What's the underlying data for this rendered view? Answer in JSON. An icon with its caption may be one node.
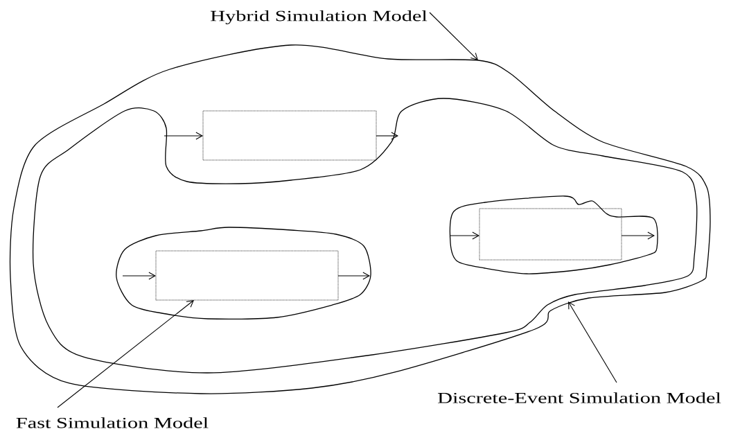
{
  "diagram": {
    "nodes": [
      {
        "text": [
          "Hybrid Simulation Model"
        ]
      },
      {
        "text": [],
        "shape": "blob"
      },
      {
        "text": [],
        "shape": "blob",
        "in": 1
      },
      {
        "text": [],
        "shape": "box",
        "in": 1
      },
      {
        "text": [],
        "shape": "blob",
        "in": 2
      },
      {
        "text": [],
        "shape": "box",
        "in": 4
      },
      {
        "text": [],
        "shape": "blob",
        "in": 2
      },
      {
        "text": [],
        "shape": "box",
        "in": 6
      },
      {
        "text": [
          "Discrete-Event Simulation Model"
        ]
      },
      {
        "text": [
          "Fast Simulation Model"
        ]
      }
    ],
    "edges": [
      {
        "from": 0,
        "to": 1,
        "arrow": "to"
      },
      {
        "from": 2,
        "to": 3,
        "arrow": "to"
      },
      {
        "from": 3,
        "to": 2,
        "arrow": "to"
      },
      {
        "from": 4,
        "to": 5,
        "arrow": "to"
      },
      {
        "from": 5,
        "to": 4,
        "arrow": "to"
      },
      {
        "from": 6,
        "to": 7,
        "arrow": "to"
      },
      {
        "from": 7,
        "to": 6,
        "arrow": "to"
      },
      {
        "from": 8,
        "to": 2,
        "arrow": "to"
      },
      {
        "from": 9,
        "to": 7,
        "arrow": "to"
      }
    ]
  }
}
